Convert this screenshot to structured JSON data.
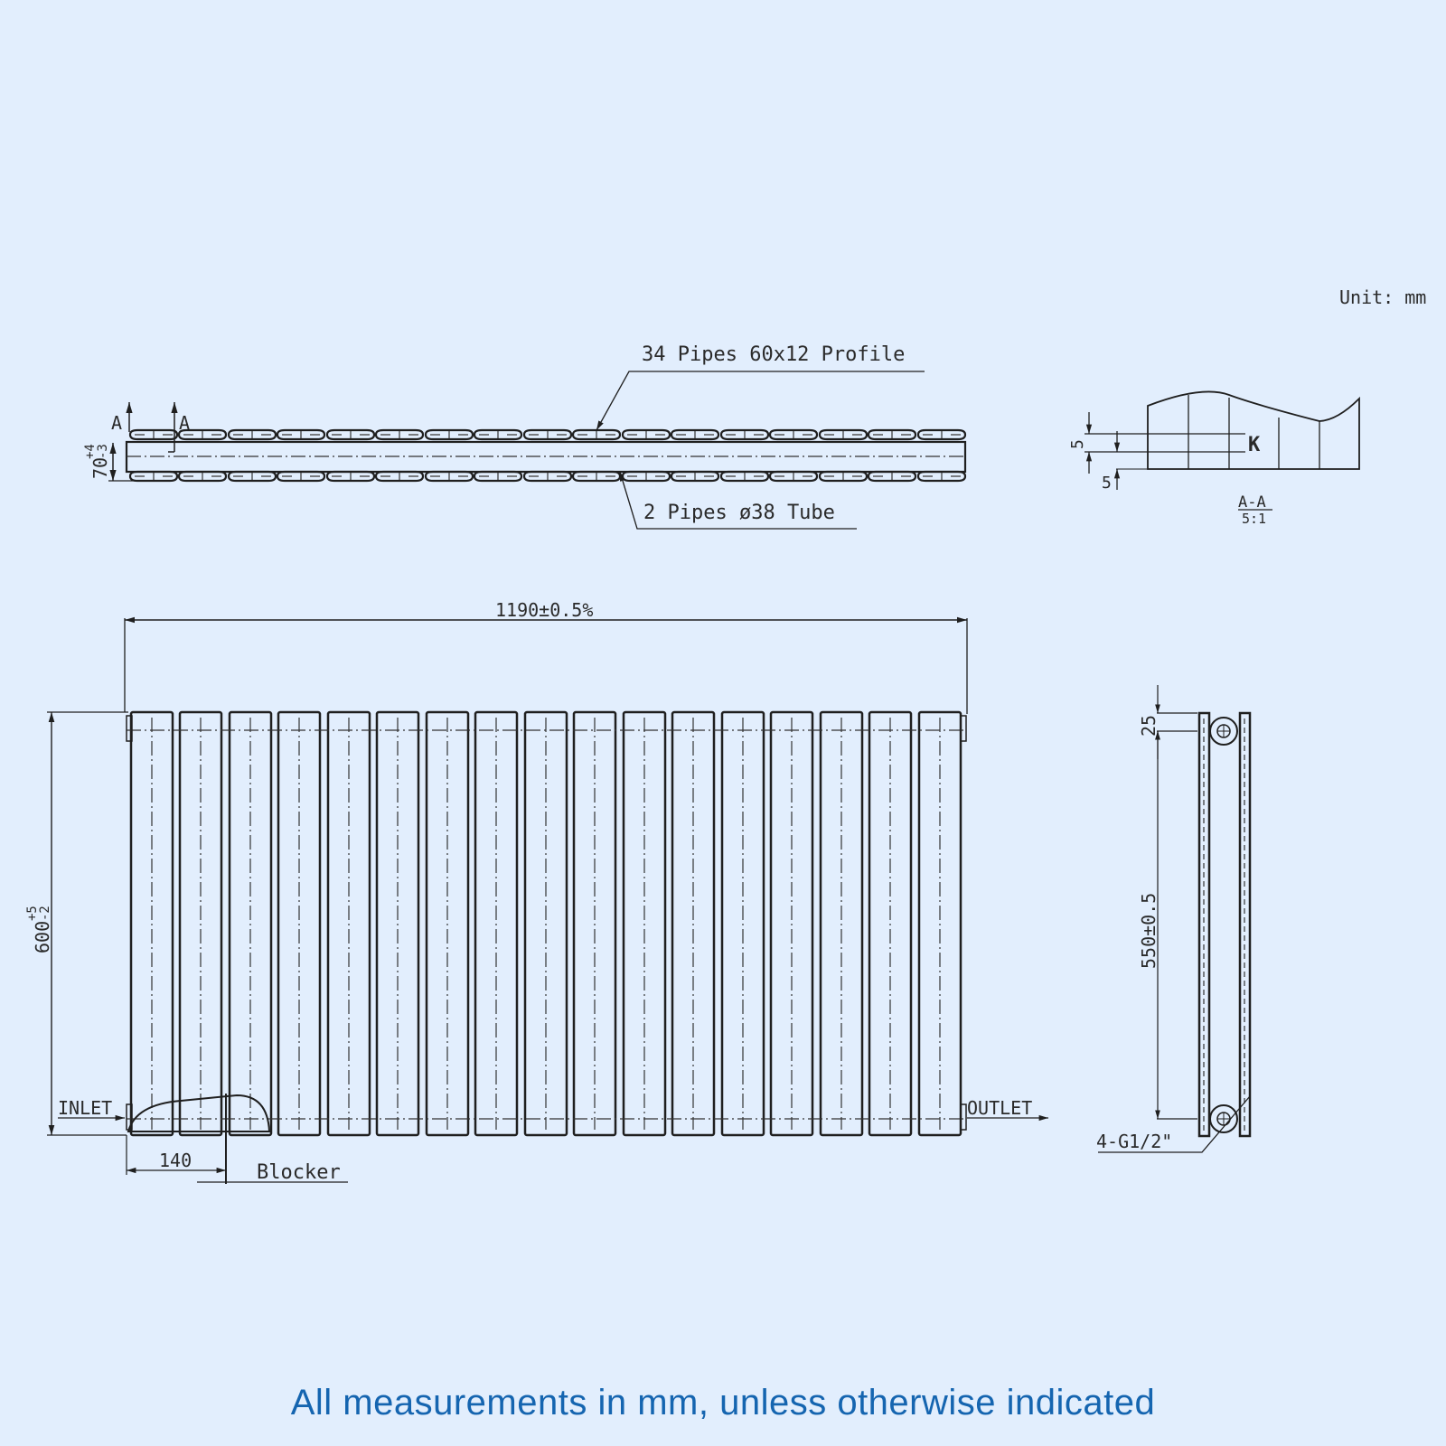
{
  "unit_label": "Unit: mm",
  "top_view": {
    "profile_callout": "34 Pipes 60x12 Profile",
    "tube_callout": "2 Pipes ø38 Tube",
    "depth_dim": "70",
    "depth_tol_plus": "+4",
    "depth_tol_minus": "-3",
    "section_marker_left": "A",
    "section_marker_right": "A",
    "pipes_per_row": 17
  },
  "section_view": {
    "dim_upper": "5",
    "dim_lower": "5",
    "weld_mark": "K",
    "title": "A-A",
    "scale": "5:1"
  },
  "front_view": {
    "width_dim": "1190±0.5%",
    "height_dim": "600",
    "height_tol_plus": "+5",
    "height_tol_minus": "-2",
    "inlet_label": "INLET",
    "outlet_label": "OUTLET",
    "blocker_dim": "140",
    "blocker_label": "Blocker",
    "columns": 17
  },
  "side_view": {
    "top_offset_dim": "25",
    "centre_dim": "550±0.5",
    "connection_label": "4-G1/2\""
  },
  "footer": {
    "note": "All measurements in mm, unless otherwise indicated"
  },
  "colors": {
    "background": "#e2eefd",
    "line": "#1f1f1f",
    "footer_text": "#1565b0"
  }
}
